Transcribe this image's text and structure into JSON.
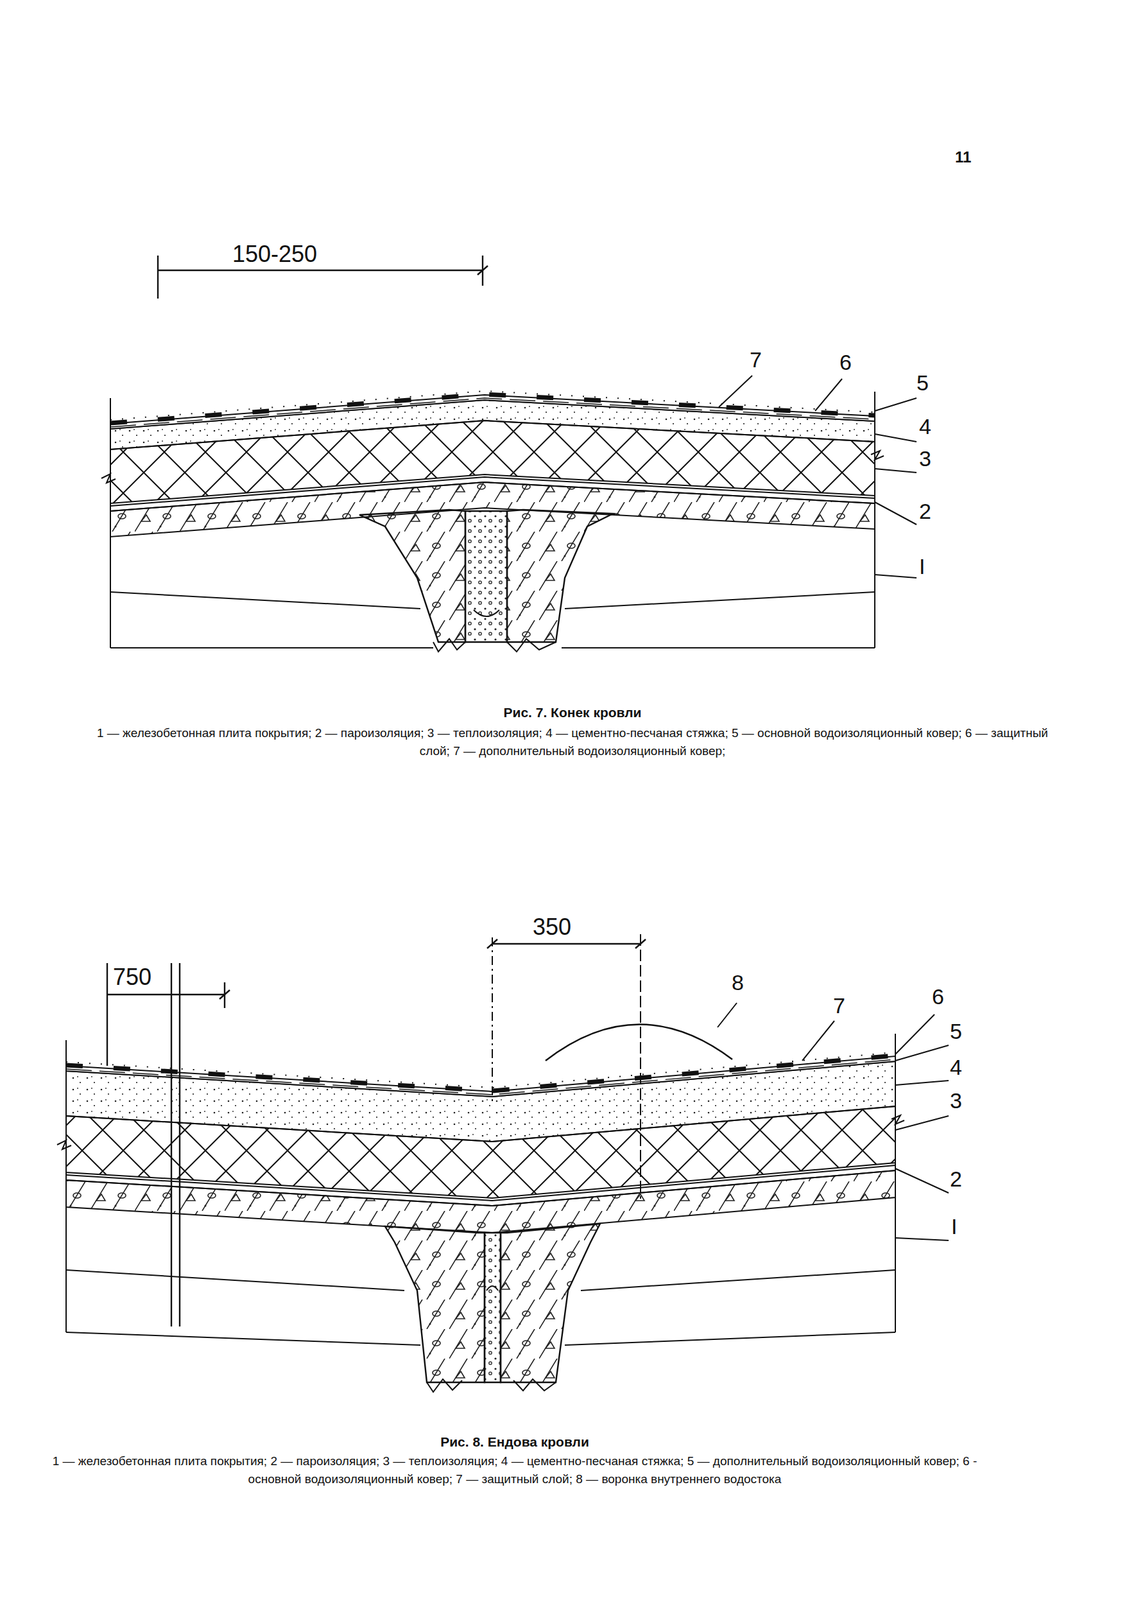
{
  "diagram": {
    "labels": [
      "11",
      "150-250",
      "7",
      "6",
      "5",
      "4",
      "3",
      "2",
      "I",
      "Рис. 7. Конек кровли",
      "1 — железобетонная плита покрытия; 2 — пароизоляция; 3 — теплоизоляция; 4 — цементно-песчаная стяжка; 5 — основной водоизоляционный ковер; 6 — защитный слой; 7 — дополнительный водоизоляционный ковер;",
      "350",
      "750",
      "8",
      "7",
      "6",
      "5",
      "4",
      "3",
      "2",
      "I",
      "Рис. 8. Ендова кровли",
      "1 — железобетонная плита покрытия; 2 — пароизоляция; 3 — теплоизоляция; 4 — цементно-песчаная стяжка; 5 — дополнительный водоизоляционный ковер; 6 - основной водоизоляционный ковер; 7 — защитный слой; 8 — воронка внутреннего водостока"
    ]
  }
}
